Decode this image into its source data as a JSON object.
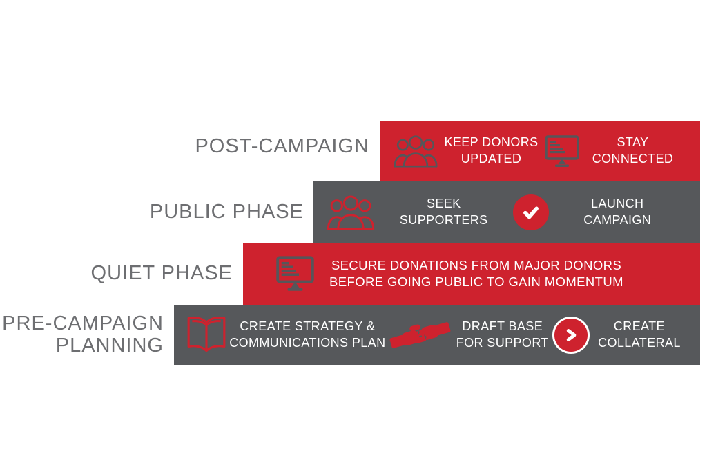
{
  "title": "Campaign phases staircase diagram",
  "colors": {
    "red": "#CE222E",
    "bar_gray": "#56585B",
    "label_gray": "#6D6E71",
    "white": "#FFFFFF"
  },
  "rows": [
    {
      "label": "POST-CAMPAIGN",
      "bar_color": "red",
      "items": [
        {
          "icon": "people-group-icon",
          "text": "KEEP DONORS\nUPDATED"
        },
        {
          "icon": "monitor-icon",
          "text": "STAY\nCONNECTED"
        }
      ]
    },
    {
      "label": "PUBLIC PHASE",
      "bar_color": "gray",
      "items": [
        {
          "icon": "people-group-icon",
          "text": "SEEK\nSUPPORTERS"
        },
        {
          "icon": "check-circle-icon",
          "text": "LAUNCH\nCAMPAIGN"
        }
      ]
    },
    {
      "label": "QUIET PHASE",
      "bar_color": "red",
      "items": [
        {
          "icon": "monitor-icon",
          "text": "SECURE DONATIONS FROM MAJOR DONORS\nBEFORE GOING PUBLIC TO GAIN MOMENTUM"
        }
      ]
    },
    {
      "label": "PRE-CAMPAIGN\nPLANNING",
      "bar_color": "gray",
      "items": [
        {
          "icon": "open-book-icon",
          "text": "CREATE STRATEGY &\nCOMMUNICATIONS PLAN"
        },
        {
          "icon": "handshake-icon",
          "text": "DRAFT BASE\nFOR SUPPORT"
        },
        {
          "icon": "arrow-circle-icon",
          "text": "CREATE\nCOLLATERAL"
        }
      ]
    }
  ]
}
